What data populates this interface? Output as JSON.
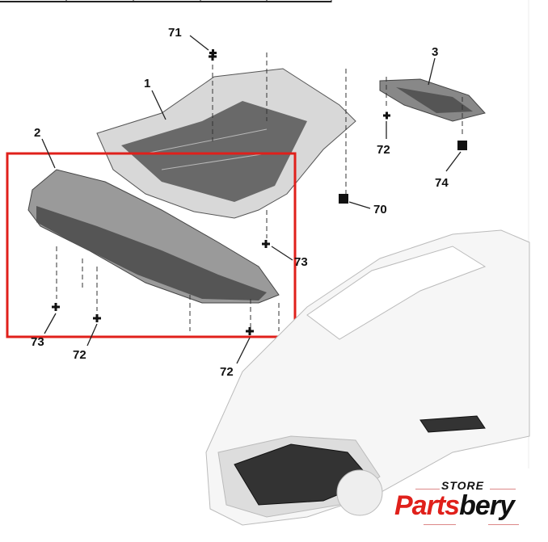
{
  "diagram": {
    "callouts": {
      "c71": "71",
      "c1": "1",
      "c2": "2",
      "c3": "3",
      "c72a": "72",
      "c74": "74",
      "c70": "70",
      "c73a": "73",
      "c73b": "73",
      "c72b": "72",
      "c72c": "72"
    },
    "highlight_color": "#e0201b"
  },
  "logo": {
    "store": "STORE",
    "brand_red": "Parts",
    "brand_black": "bery"
  }
}
